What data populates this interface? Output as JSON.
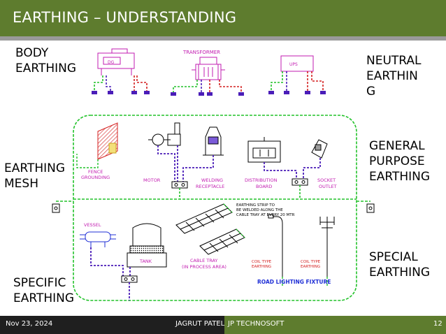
{
  "slide": {
    "title": "EARTHING – UNDERSTANDING",
    "labels": {
      "body_earthing": [
        "BODY",
        "EARTHING"
      ],
      "neutral_earthing": [
        "NEUTRAL",
        "EARTHIN",
        "G"
      ],
      "general_purpose_earthing": [
        "GENERAL",
        "PURPOSE",
        "EARTHING"
      ],
      "earthing_mesh": [
        "EARTHING",
        "MESH"
      ],
      "special_earthing": [
        "SPECIAL",
        "EARTHING"
      ],
      "specific_earthing": [
        "SPECIFIC",
        "EARTHING"
      ]
    }
  },
  "diagram": {
    "equipment": {
      "dg": "DG",
      "transformer": "TRANSFORMER",
      "ups": "UPS",
      "fence": [
        "FENCE",
        "GROUNDING"
      ],
      "motor": "MOTOR",
      "welding": [
        "WELDING",
        "RECEPTACLE"
      ],
      "distribution": [
        "DISTRIBUTION",
        "BOARD"
      ],
      "socket": [
        "SOCKET",
        "OUTLET"
      ],
      "vessel": "VESSEL",
      "tank": "TANK",
      "cable_tray": [
        "CABLE TRAY",
        "(IN PROCESS AREA)"
      ],
      "strip_note": [
        "EARTHING STRIP TO",
        "BE WELDED ALONG THE",
        "CABLE TRAY AT EVERY 20 MTR"
      ],
      "coil_left": [
        "COIL TYPE",
        "EARTHING"
      ],
      "coil_right": [
        "COIL TYPE",
        "EARTHING"
      ],
      "road_lighting": "ROAD LIGHTING FIXTURE"
    },
    "colors": {
      "green": "#22c22a",
      "purple": "#4a1db8",
      "red": "#d42020",
      "magenta": "#c21bb0",
      "blue": "#1f2fd6",
      "cyan": "#19b8c8"
    }
  },
  "footer": {
    "date": "Nov 23, 2024",
    "author": "JAGRUT PATEL",
    "company": "JP TECHNOSOFT",
    "page": "12"
  }
}
